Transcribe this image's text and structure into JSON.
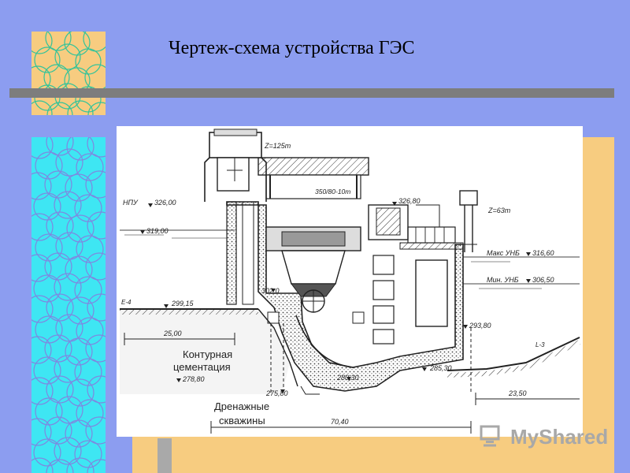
{
  "slide": {
    "title": "Чертеж-схема устройства ГЭС"
  },
  "diagram": {
    "labels": {
      "crane_left": "Z=125т",
      "crane_right": "Z=63т",
      "crane_beam": "350/80-10т",
      "npu": "НПУ",
      "npu_level": "326,00",
      "level_319": "319,00",
      "level_326": "326,80",
      "max_unb": "Макс УНБ",
      "max_unb_level": "316,60",
      "min_unb": "Мин. УНБ",
      "min_unb_level": "306,50",
      "level_302": "302,0",
      "level_299": "299,15",
      "level_293": "293,80",
      "level_285": "285,30",
      "level_280": "280,30",
      "level_278": "278,80",
      "level_275": "275,80",
      "dim_25": "25,00",
      "dim_23": "23,50",
      "dim_70": "70,40",
      "contour_1": "Контурная",
      "contour_2": "цементация",
      "drain_1": "Дренажные",
      "drain_2": "скважины",
      "mark_e": "Е-4",
      "mark_l": "L-3"
    }
  },
  "logo": {
    "text": "MyShared"
  },
  "colors": {
    "background": "#8c9df0",
    "orange": "#f7cc80",
    "cyan": "#3ee6f3",
    "bar": "#7d7d7d"
  }
}
